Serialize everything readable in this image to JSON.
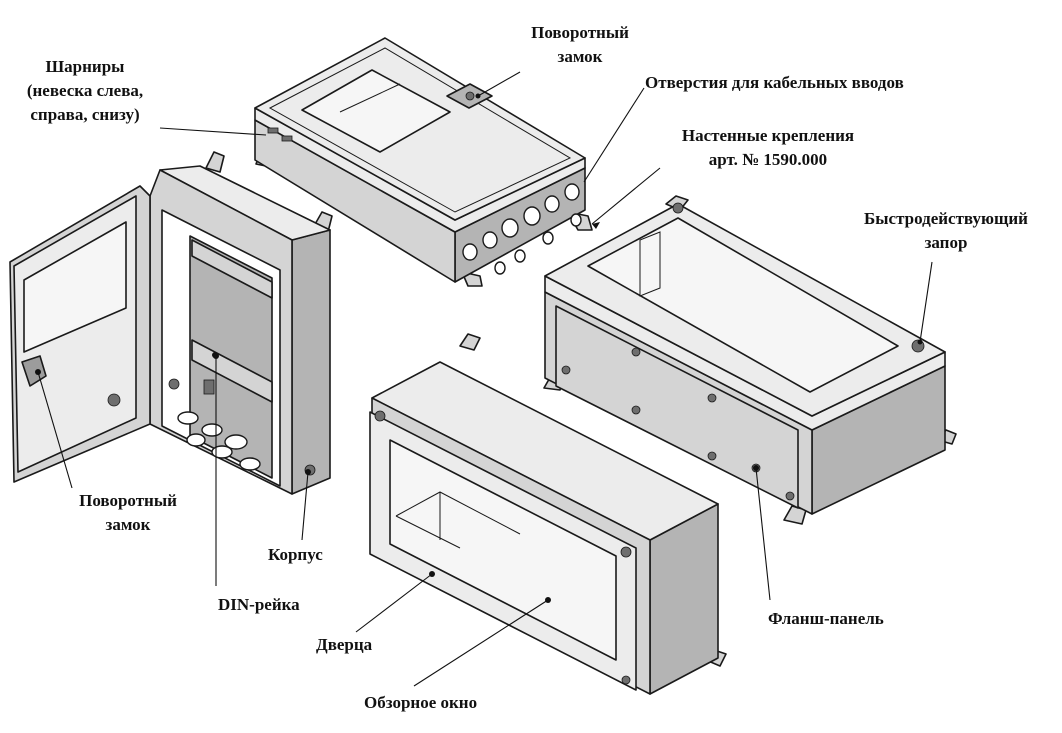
{
  "labels": {
    "hinges_line1": "Шарниры",
    "hinges_line2": "(невеска слева,",
    "hinges_line3": "справа, снизу)",
    "lock_top_line1": "Поворотный",
    "lock_top_line2": "замок",
    "cable_holes": "Отверстия для кабельных вводов",
    "wall_mount_line1": "Настенные крепления",
    "wall_mount_line2": "арт. № 1590.000",
    "quick_latch_line1": "Быстродействующий",
    "quick_latch_line2": "запор",
    "lock_left_line1": "Поворотный",
    "lock_left_line2": "замок",
    "body": "Корпус",
    "din_rail": "DIN-рейка",
    "door": "Дверца",
    "flange_panel": "Фланш-панель",
    "view_window": "Обзорное окно"
  }
}
